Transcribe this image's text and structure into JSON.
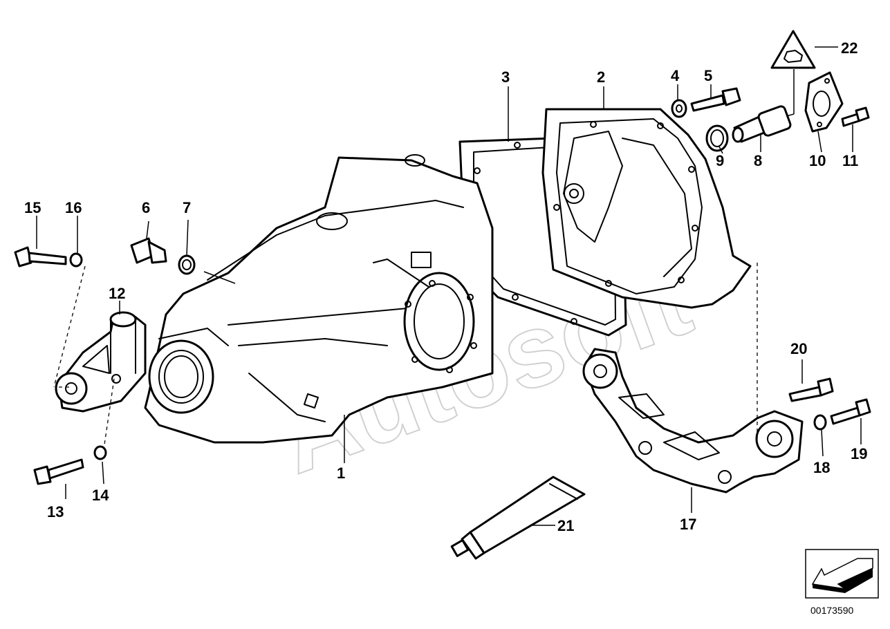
{
  "callouts": [
    "1",
    "2",
    "3",
    "4",
    "5",
    "6",
    "7",
    "8",
    "9",
    "10",
    "11",
    "12",
    "13",
    "14",
    "15",
    "16",
    "17",
    "18",
    "19",
    "20",
    "21",
    "22"
  ],
  "watermark": "Autosoft",
  "document_number": "00173590",
  "icons": {
    "warning_triangle": "warning-triangle-icon",
    "direction_arrow": "direction-arrow-icon"
  }
}
